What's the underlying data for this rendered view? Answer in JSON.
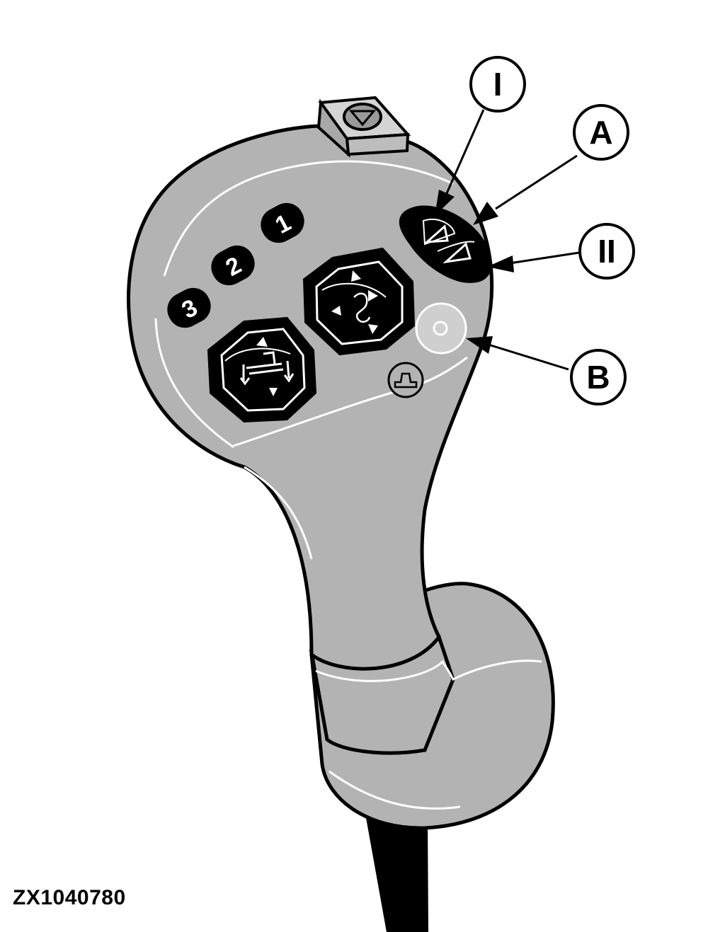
{
  "figure_id": "ZX1040780",
  "callouts": {
    "i": "I",
    "a": "A",
    "ii": "II",
    "b": "B"
  },
  "memory_buttons": {
    "one": "1",
    "two": "2",
    "three": "3"
  },
  "colors": {
    "handle_fill": "#b3b3b3",
    "outline": "#000000",
    "highlight": "#ffffff",
    "button_fill": "#000000",
    "button_b_fill": "#cfcfcf"
  }
}
